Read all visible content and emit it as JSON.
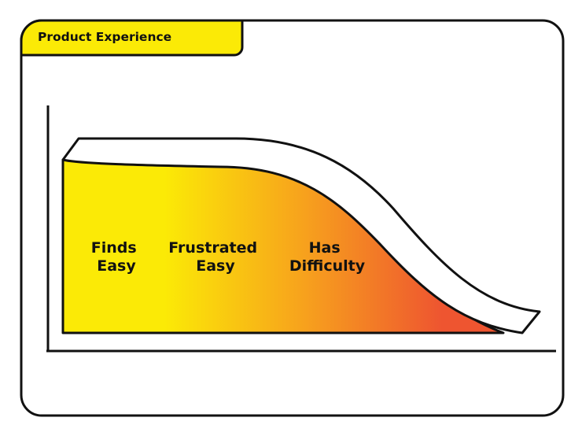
{
  "header": {
    "title": "Product Experience"
  },
  "segments": [
    {
      "line1": "Finds",
      "line2": "Easy"
    },
    {
      "line1": "Frustrated",
      "line2": "Easy"
    },
    {
      "line1": "Has",
      "line2": "Difficulty"
    }
  ],
  "colors": {
    "accent_yellow": "#FBEA06",
    "gradient_start": "#FBEA06",
    "gradient_mid": "#F7A11D",
    "gradient_end": "#EE5530",
    "outline": "#111111",
    "background": "#FFFFFF"
  }
}
